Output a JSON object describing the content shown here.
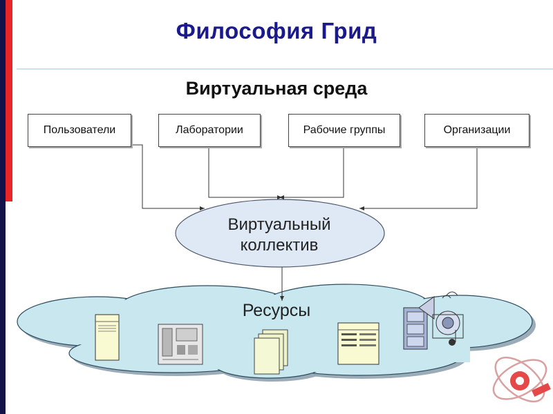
{
  "title": "Философия Грид",
  "subtitle": "Виртуальная среда",
  "entities": {
    "users": "Пользователи",
    "laboratories": "Лаборатории",
    "work_groups": "Рабочие группы",
    "organizations": "Организации"
  },
  "virtual_collective": {
    "line1": "Виртуальный",
    "line2": "коллектив"
  },
  "resources": "Ресурсы",
  "colors": {
    "title": "#1a1a8c",
    "left_bar_navy": "#13134a",
    "left_bar_red": "#e8262a",
    "ellipse_fill": "#dfe8f5",
    "cloud_fill": "#c9e7ef",
    "icon_fill": "#fafad2"
  },
  "resource_icons": [
    "server-tower-icon",
    "circuit-board-icon",
    "documents-stack-icon",
    "rack-server-icon",
    "multimedia-icon"
  ]
}
